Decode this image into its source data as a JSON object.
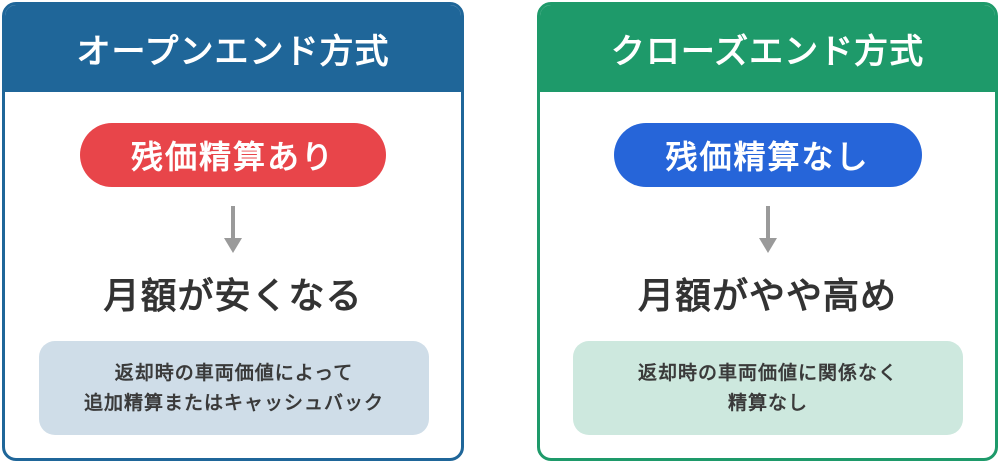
{
  "colors": {
    "open_header": "#1f6699",
    "close_header": "#1e9a6a",
    "open_pill": "#e8454a",
    "close_pill": "#2665d9",
    "arrow": "#9a9a9a",
    "open_note_bg": "#cfdde8",
    "close_note_bg": "#cde8de",
    "text_dark": "#333333"
  },
  "cards": [
    {
      "title": "オープンエンド方式",
      "pill": "残価精算あり",
      "arrow_icon": "down-arrow-icon",
      "result": "月額が安くなる",
      "note_lines": [
        "返却時の車両価値によって",
        "追加精算またはキャッシュバック"
      ]
    },
    {
      "title": "クローズエンド方式",
      "pill": "残価精算なし",
      "arrow_icon": "down-arrow-icon",
      "result": "月額がやや高め",
      "note_lines": [
        "返却時の車両価値に関係なく",
        "精算なし"
      ]
    }
  ]
}
